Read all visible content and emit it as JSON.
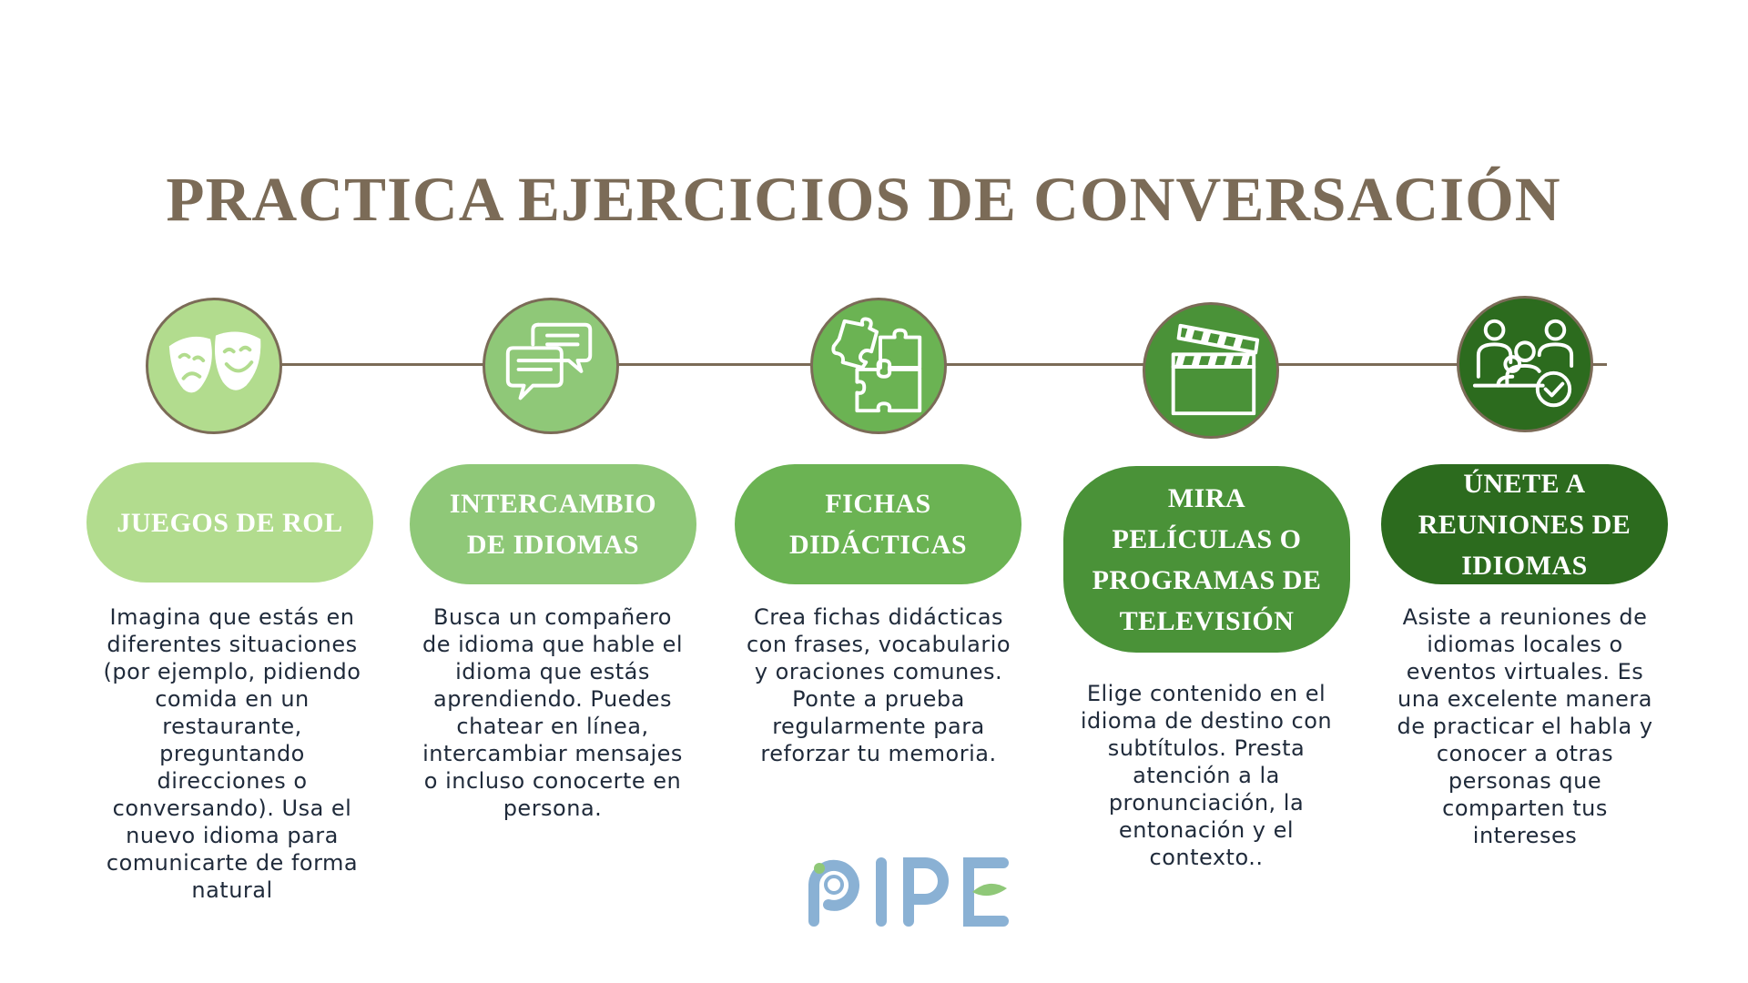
{
  "title": "PRACTICA EJERCICIOS DE CONVERSACIÓN",
  "colors": {
    "title": "#7b6b57",
    "connector": "#7b6b57",
    "step1": "#b2dc8e",
    "step2": "#8fc878",
    "step3": "#6bb353",
    "step4": "#4a9238",
    "step5": "#2c6b1e",
    "text": "#1f2a3a",
    "logo": "#8ab1d4",
    "logo_leaf": "#8fc878"
  },
  "steps": [
    {
      "icon": "theater-masks-icon",
      "heading": [
        "JUEGOS DE ROL"
      ],
      "description": "Imagina que estás en diferentes situaciones (por ejemplo, pidiendo comida en un restaurante, preguntando direcciones o conversando). Usa el nuevo idioma para comunicarte de forma natural"
    },
    {
      "icon": "chat-bubbles-icon",
      "heading": [
        "INTERCAMBIO",
        "DE IDIOMAS"
      ],
      "description": "Busca un compañero de idioma que hable el idioma que estás aprendiendo. Puedes chatear en línea, intercambiar mensajes o incluso conocerte en persona."
    },
    {
      "icon": "puzzle-pieces-icon",
      "heading": [
        "FICHAS",
        "DIDÁCTICAS"
      ],
      "description": "Crea fichas didácticas con frases, vocabulario y oraciones comunes. Ponte a prueba regularmente para reforzar tu memoria."
    },
    {
      "icon": "clapperboard-icon",
      "heading": [
        "MIRA",
        "PELÍCULAS O",
        "PROGRAMAS DE",
        "TELEVISIÓN"
      ],
      "description": "Elige contenido en el idioma de destino con subtítulos. Presta atención a la pronunciación, la entonación y el contexto.."
    },
    {
      "icon": "group-meeting-check-icon",
      "heading": [
        "ÚNETE A",
        "REUNIONES DE",
        "IDIOMAS"
      ],
      "description": "Asiste a reuniones de idiomas locales o eventos virtuales. Es una excelente manera de practicar el habla y conocer a otras personas que comparten tus intereses"
    }
  ],
  "logo": {
    "text": "PIPE",
    "icon": "pipe-logo-icon"
  }
}
